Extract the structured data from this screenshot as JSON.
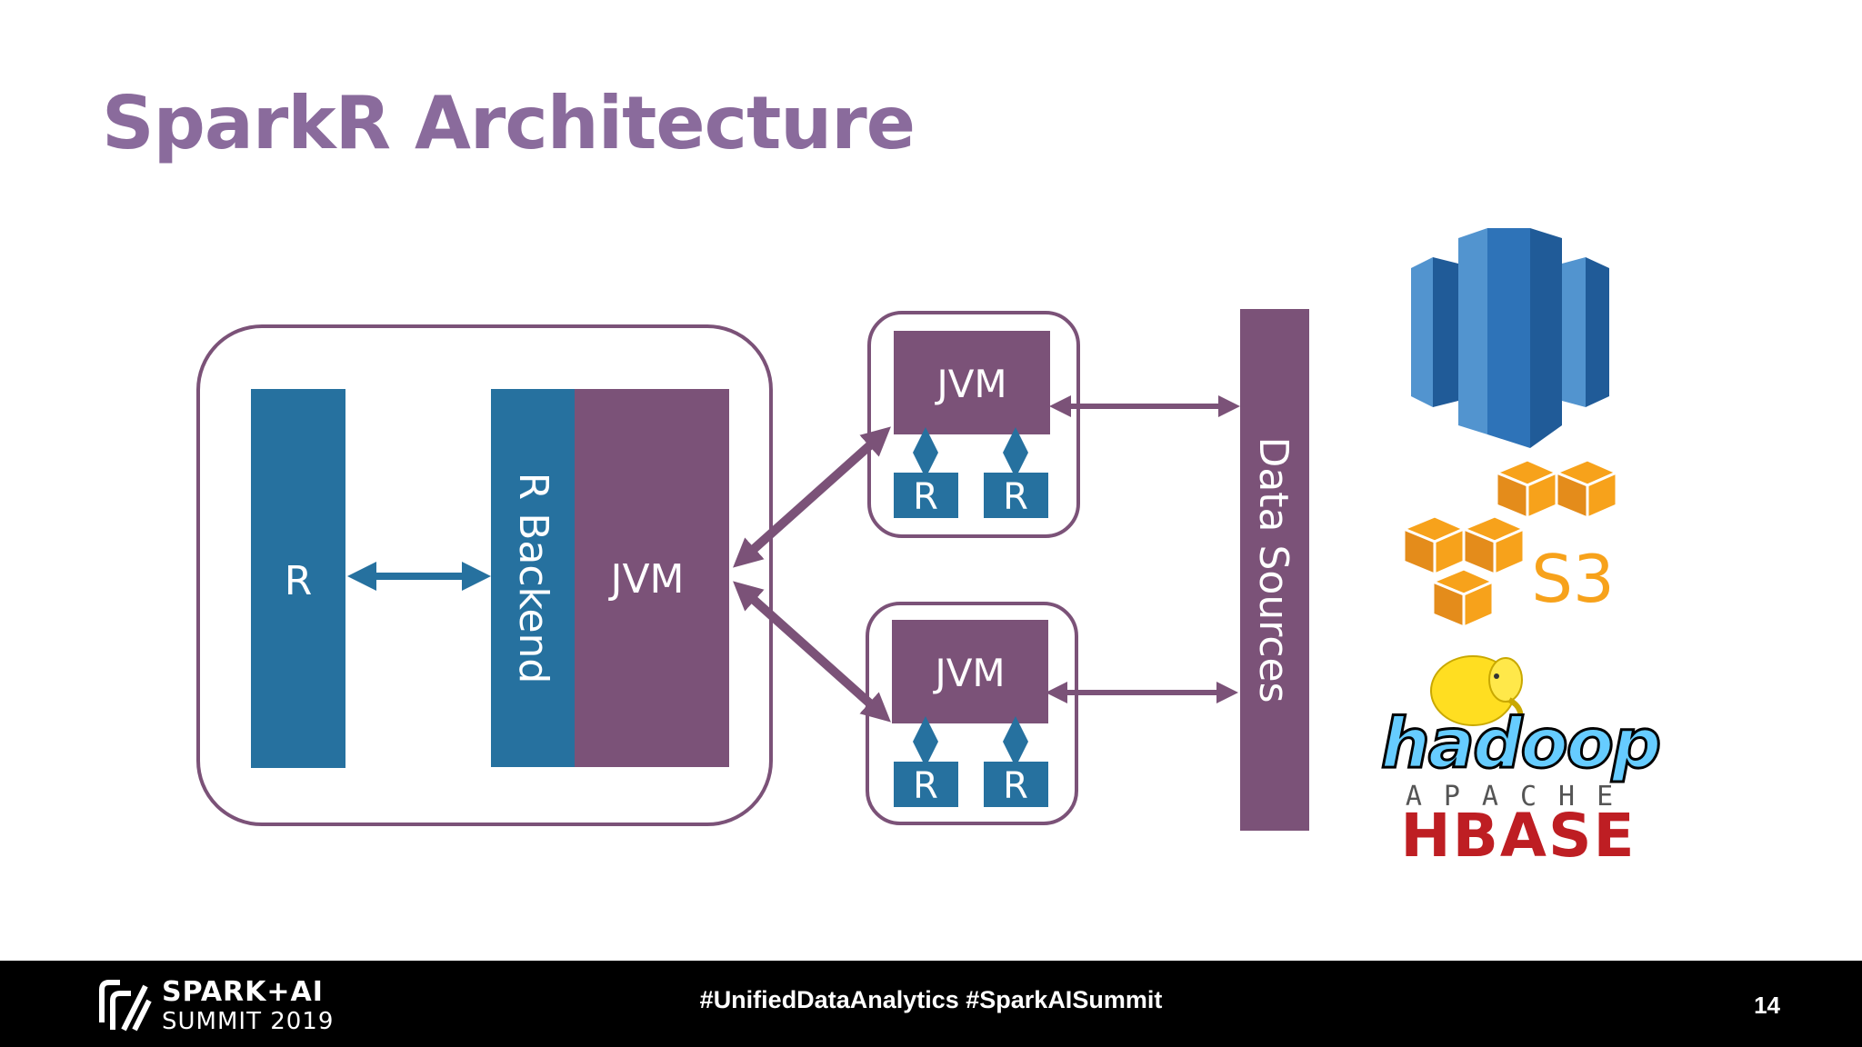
{
  "slide": {
    "title": "SparkR Architecture"
  },
  "diagram": {
    "driver": {
      "r_label": "R",
      "r_backend_label": "R Backend",
      "jvm_label": "JVM"
    },
    "workers": [
      {
        "jvm_label": "JVM",
        "r_labels": [
          "R",
          "R"
        ]
      },
      {
        "jvm_label": "JVM",
        "r_labels": [
          "R",
          "R"
        ]
      }
    ],
    "data_sources_label": "Data Sources"
  },
  "logos": {
    "aws_redshift": {
      "icon": "aws-redshift-icon"
    },
    "aws_s3": {
      "icon": "aws-s3-icon",
      "text": "S3"
    },
    "hadoop": {
      "icon": "hadoop-elephant-icon",
      "text": "hadoop"
    },
    "hbase": {
      "icon": "apache-hbase-logo",
      "apache_text": "APACHE",
      "hbase_text": "HBASE"
    }
  },
  "footer": {
    "logo_line1": "SPARK+AI",
    "logo_line2": "SUMMIT 2019",
    "hashtags": "#UnifiedDataAnalytics #SparkAISummit",
    "page_number": "14"
  },
  "colors": {
    "title": "#8a6b9c",
    "purple": "#7b5278",
    "blue": "#26719f",
    "footer_bg": "#000000",
    "s3_orange": "#f7a21b",
    "redshift_blue": "#2e73b8",
    "hbase_red": "#be1e23",
    "hadoop_blue": "#66ccff"
  }
}
